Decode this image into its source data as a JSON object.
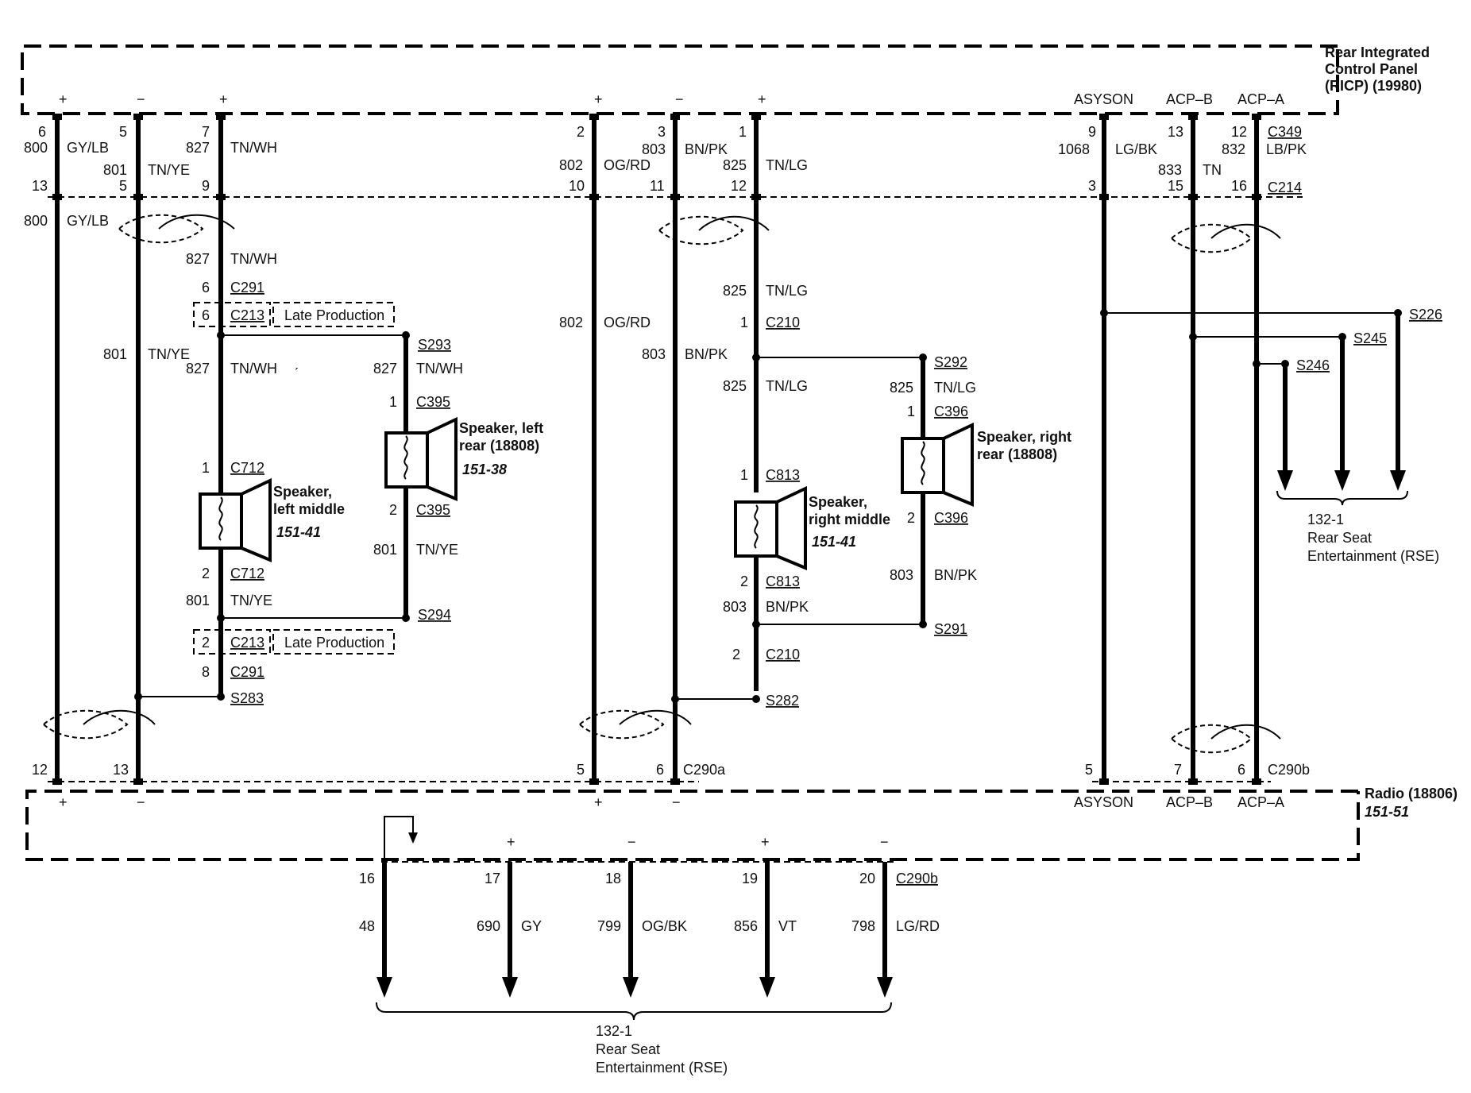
{
  "modules": {
    "ricp_line1": "Rear Integrated",
    "ricp_line2": "Control Panel",
    "ricp_line3": "(RICP) (19980)",
    "radio_name": "Radio (18806)",
    "radio_ref": "151-51"
  },
  "polarity": {
    "plus": "+",
    "minus": "−"
  },
  "signals": {
    "asyson": "ASYSON",
    "acpb": "ACP–B",
    "acpa": "ACP–A"
  },
  "connectors": {
    "c349": "C349",
    "c214": "C214",
    "c291": "C291",
    "c213": "C213",
    "c712": "C712",
    "c395": "C395",
    "c210": "C210",
    "c813": "C813",
    "c396": "C396",
    "c290a": "C290a",
    "c290b": "C290b"
  },
  "splices": {
    "s293": "S293",
    "s294": "S294",
    "s283": "S283",
    "s292": "S292",
    "s291": "S291",
    "s282": "S282",
    "s226": "S226",
    "s245": "S245",
    "s246": "S246"
  },
  "late_production": "Late Production",
  "pins": {
    "p1": "1",
    "p2": "2",
    "p3": "3",
    "p5": "5",
    "p6": "6",
    "p7": "7",
    "p8": "8",
    "p9": "9",
    "p10": "10",
    "p11": "11",
    "p12": "12",
    "p13": "13",
    "p15": "15",
    "p16": "16",
    "p17": "17",
    "p18": "18",
    "p19": "19",
    "p20": "20"
  },
  "circuits": {
    "c800": "800",
    "c801": "801",
    "c802": "802",
    "c803": "803",
    "c825": "825",
    "c827": "827",
    "c832": "832",
    "c833": "833",
    "c1068": "1068",
    "c48": "48",
    "c690": "690",
    "c799": "799",
    "c856": "856",
    "c798": "798"
  },
  "colors": {
    "gylb": "GY/LB",
    "tnye": "TN/YE",
    "tnwh": "TN/WH",
    "ogrd": "OG/RD",
    "bnpk": "BN/PK",
    "tnlg": "TN/LG",
    "lgbk": "LG/BK",
    "tn": "TN",
    "lbpk": "LB/PK",
    "gy": "GY",
    "ogbk": "OG/BK",
    "vt": "VT",
    "lgrd": "LG/RD"
  },
  "speakers": {
    "left_rear_1": "Speaker, left",
    "left_rear_2": "rear (18808)",
    "left_rear_ref": "151-38",
    "left_mid_1": "Speaker,",
    "left_mid_2": "left middle",
    "left_mid_ref": "151-41",
    "right_rear_1": "Speaker, right",
    "right_rear_2": "rear (18808)",
    "right_mid_1": "Speaker,",
    "right_mid_2": "right middle",
    "right_mid_ref": "151-41"
  },
  "rse": {
    "ref": "132-1",
    "line1": "Rear Seat",
    "line2": "Entertainment (RSE)"
  },
  "stray_mark": "ˏ"
}
